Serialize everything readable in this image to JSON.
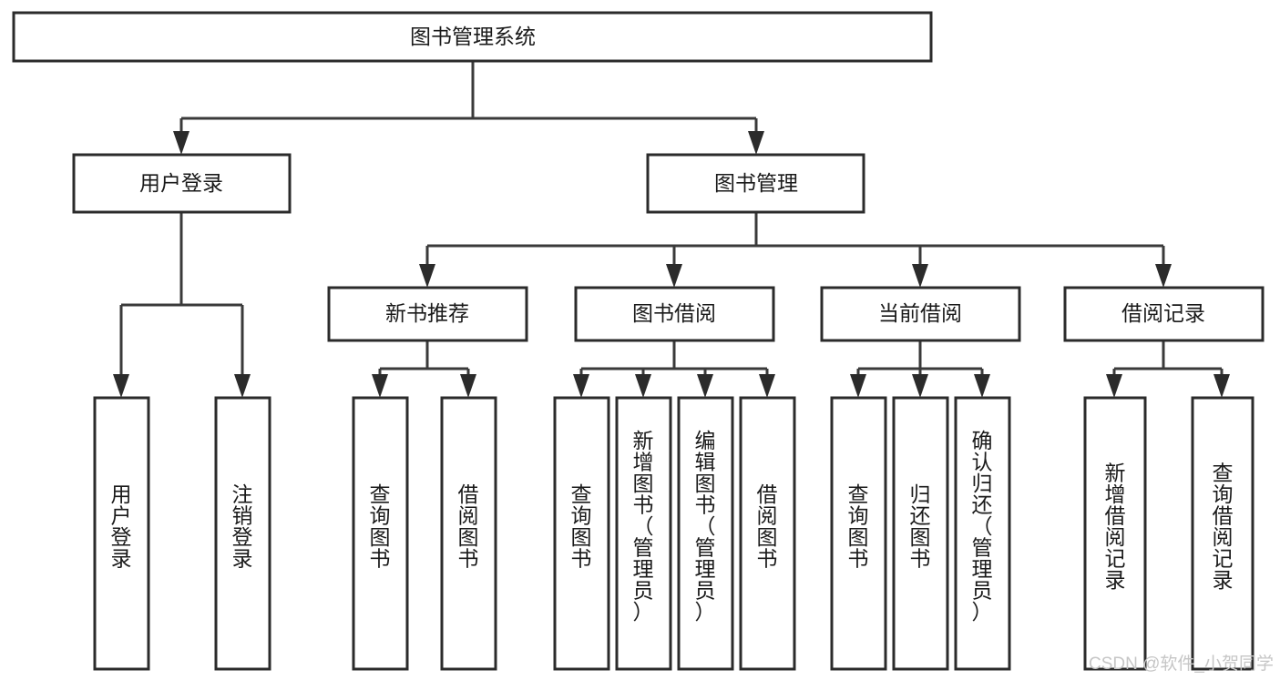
{
  "diagram": {
    "type": "tree-hierarchy",
    "title": "图书管理系统",
    "orientation": "top-down",
    "colors": {
      "node_fill": "#ffffff",
      "node_stroke": "#2b2b2b",
      "connector": "#3a3a3a",
      "text": "#1a1a1a",
      "watermark": "#c6c6c6",
      "background": "#ffffff"
    },
    "root": {
      "label": "图书管理系统"
    },
    "level1": [
      {
        "label": "用户登录"
      },
      {
        "label": "图书管理"
      }
    ],
    "level2": [
      {
        "label": "新书推荐"
      },
      {
        "label": "图书借阅"
      },
      {
        "label": "当前借阅"
      },
      {
        "label": "借阅记录"
      }
    ],
    "leaves": {
      "user_login": [
        {
          "label": "用户登录"
        },
        {
          "label": "注销登录"
        }
      ],
      "new_book_recommend": [
        {
          "label": "查询图书"
        },
        {
          "label": "借阅图书"
        }
      ],
      "book_borrow": [
        {
          "label": "查询图书"
        },
        {
          "label": "新增图书（管理员）"
        },
        {
          "label": "编辑图书（管理员）"
        },
        {
          "label": "借阅图书"
        }
      ],
      "current_borrow": [
        {
          "label": "查询图书"
        },
        {
          "label": "归还图书"
        },
        {
          "label": "确认归还（管理员）"
        }
      ],
      "borrow_record": [
        {
          "label": "新增借阅记录"
        },
        {
          "label": "查询借阅记录"
        }
      ]
    },
    "watermark": "CSDN @软件_小贺同学"
  }
}
